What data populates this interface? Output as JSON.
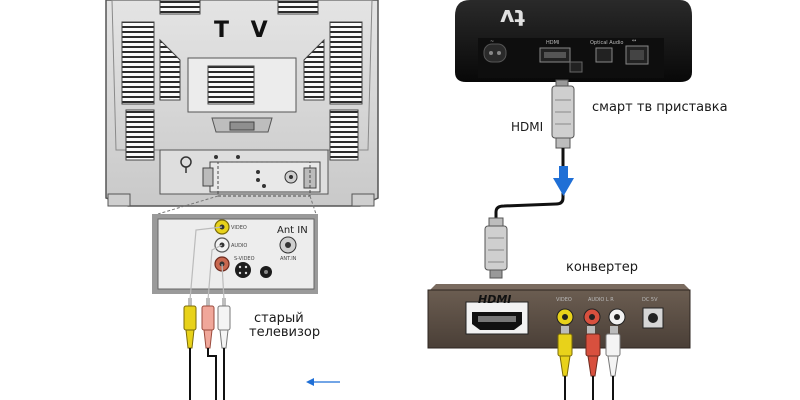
{
  "tv": {
    "title": "T V",
    "ant_label": "Ant IN",
    "jack_labels": [
      "VIDEO",
      "AUDIO",
      "S-VIDEO",
      "ANT.IN"
    ]
  },
  "apple_tv": {
    "logo_text": "tv",
    "port_labels": [
      "~",
      "HDMI",
      "Optical Audio",
      "↔"
    ]
  },
  "converter": {
    "hdmi_logo": "HDMI",
    "port_labels": [
      "VIDEO",
      "AUDIO L R",
      "DC 5V"
    ]
  },
  "labels": {
    "hdmi": "HDMI",
    "smart_box": "смарт тв приставка",
    "converter": "конвертер",
    "old_tv_line1": "старый",
    "old_tv_line2": "телевизор"
  },
  "colors": {
    "yellow": "#e8d21a",
    "white": "#f2f2f2",
    "red": "#d8503e",
    "blue_arrow": "#1f6fd6",
    "device_dark": "#141414",
    "converter_brown": "#5c4f45",
    "tv_gray": "#d4d4d4"
  }
}
